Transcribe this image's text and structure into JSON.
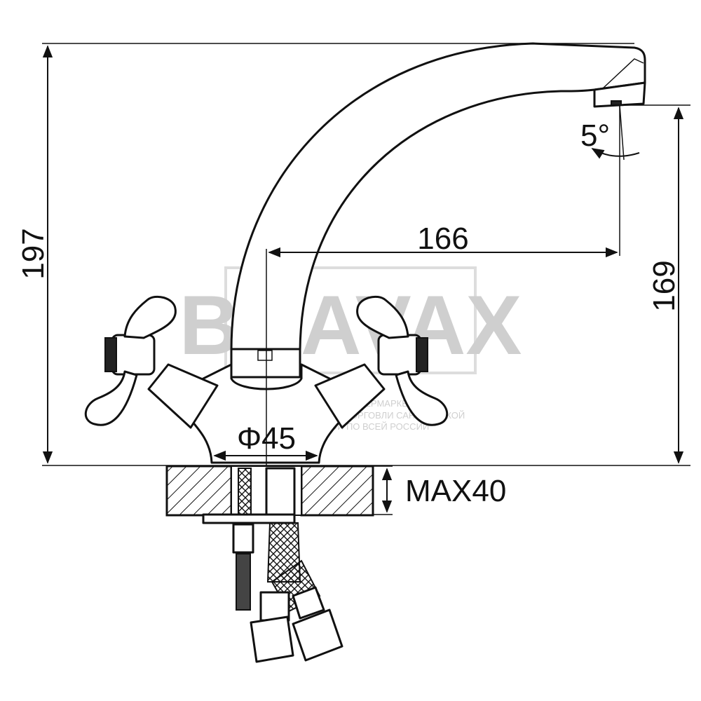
{
  "dimensions": {
    "height_total": "197",
    "spout_reach": "166",
    "spout_height": "169",
    "angle": "5°",
    "base_diameter": "Φ45",
    "countertop_max": "MAX40"
  },
  "watermark": {
    "brand": "BRAVAX",
    "line1": "ИНТЕРНЕТ-ГИПЕРМАРКЕТ",
    "line2": "ОПТОВО-РОЗНИЧНОЙ ТОРГОВЛИ САНТЕХНИКОЙ",
    "line3": "С ДОСТАВКОЙ ПО ВСЕЙ РОССИИ"
  }
}
